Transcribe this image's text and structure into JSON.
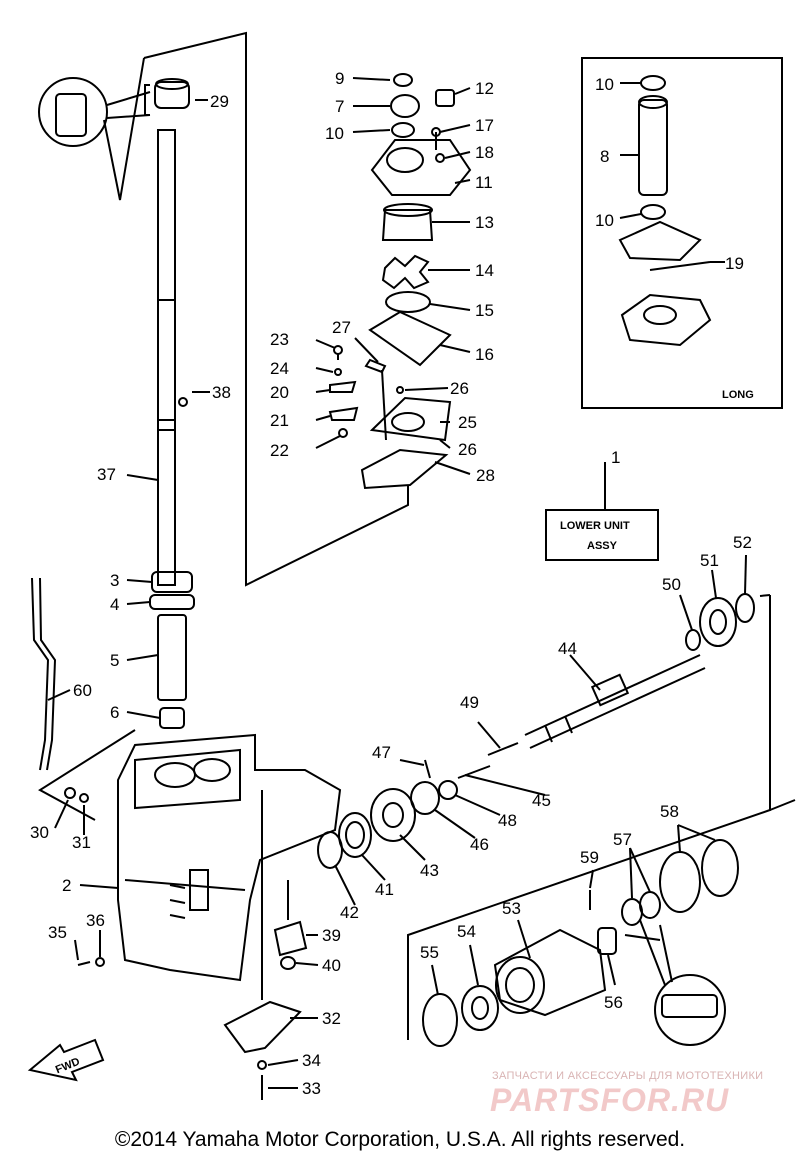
{
  "part_numbers": {
    "p1": "1",
    "p2": "2",
    "p3": "3",
    "p4": "4",
    "p5": "5",
    "p6": "6",
    "p7": "7",
    "p8": "8",
    "p9": "9",
    "p10a": "10",
    "p10b": "10",
    "p10c": "10",
    "p11": "11",
    "p12": "12",
    "p13": "13",
    "p14": "14",
    "p15": "15",
    "p16": "16",
    "p17": "17",
    "p18": "18",
    "p19": "19",
    "p20": "20",
    "p21": "21",
    "p22": "22",
    "p23": "23",
    "p24": "24",
    "p25": "25",
    "p26a": "26",
    "p26b": "26",
    "p27": "27",
    "p28": "28",
    "p29": "29",
    "p30": "30",
    "p31": "31",
    "p32": "32",
    "p33": "33",
    "p34": "34",
    "p35": "35",
    "p36": "36",
    "p37": "37",
    "p38": "38",
    "p39": "39",
    "p40": "40",
    "p41": "41",
    "p42": "42",
    "p43": "43",
    "p44": "44",
    "p45": "45",
    "p46": "46",
    "p47": "47",
    "p48": "48",
    "p49": "49",
    "p50": "50",
    "p51": "51",
    "p52": "52",
    "p53": "53",
    "p54": "54",
    "p55": "55",
    "p56": "56",
    "p57": "57",
    "p58": "58",
    "p59": "59",
    "p60": "60"
  },
  "inset": {
    "label": "LONG"
  },
  "assy_box": {
    "line1": "LOWER UNIT",
    "line2": "ASSY"
  },
  "fwd_label": "FWD",
  "watermark": {
    "line1": "ЗАПЧАСТИ И АКСЕССУАРЫ ДЛЯ МОТОТЕХНИКИ",
    "line2": "PARTSFOR.RU"
  },
  "copyright": "©2014 Yamaha Motor Corporation, U.S.A. All rights reserved."
}
